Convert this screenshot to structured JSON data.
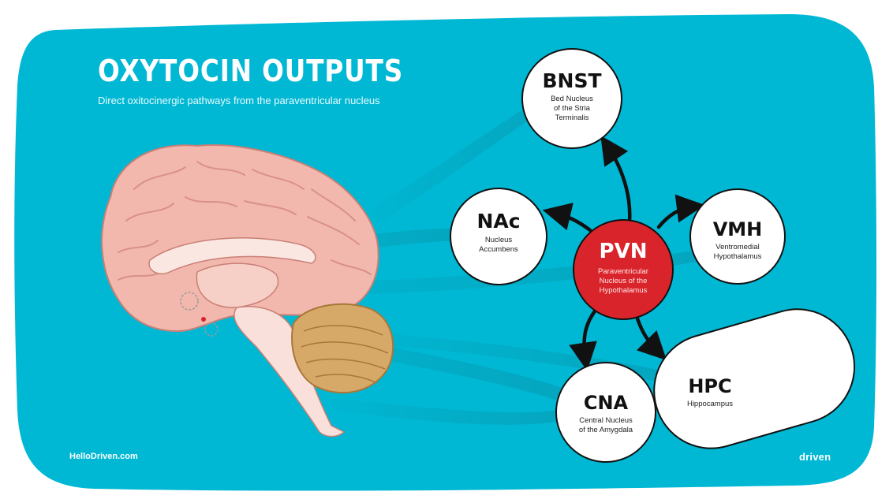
{
  "header": {
    "title": "OXYTOCIN OUTPUTS",
    "subtitle": "Direct oxitocinergic pathways from the paraventricular nucleus"
  },
  "footer": {
    "website": "HelloDriven.com",
    "logo_text": "driven"
  },
  "colors": {
    "background": "#00b8d4",
    "pvn": "#d9242b",
    "node": "#ffffff",
    "brain": "#f2b8ae",
    "cerebellum": "#d7a969"
  },
  "nodes": {
    "pvn": {
      "title": "PVN",
      "subtitle_lines": [
        "Paraventricular",
        "Nucleus of the",
        "Hypothalamus"
      ]
    },
    "bnst": {
      "title": "BNST",
      "subtitle_lines": [
        "Bed Nucleus",
        "of the Stria",
        "Terminalis"
      ]
    },
    "nac": {
      "title": "NAc",
      "subtitle_lines": [
        "Nucleus",
        "Accumbens"
      ]
    },
    "vmh": {
      "title": "VMH",
      "subtitle_lines": [
        "Ventromedial",
        "Hypothalamus"
      ]
    },
    "cna": {
      "title": "CNA",
      "subtitle_lines": [
        "Central Nucleus",
        "of the Amygdala"
      ]
    },
    "hpc": {
      "title": "HPC",
      "subtitle_lines": [
        "Hippocampus"
      ]
    }
  },
  "edges": [
    {
      "from": "PVN",
      "to": "BNST"
    },
    {
      "from": "PVN",
      "to": "NAc"
    },
    {
      "from": "PVN",
      "to": "VMH"
    },
    {
      "from": "PVN",
      "to": "CNA"
    },
    {
      "from": "PVN",
      "to": "HPC"
    }
  ]
}
